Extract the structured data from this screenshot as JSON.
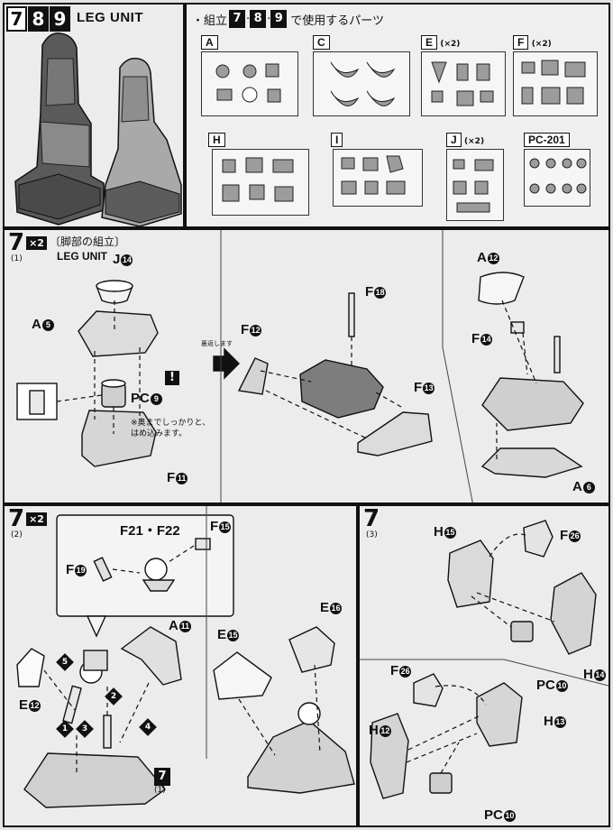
{
  "header": {
    "step_numbers": [
      "7",
      "8",
      "9"
    ],
    "title": "LEG UNIT",
    "parts_heading": "・組立",
    "parts_heading_steps": [
      "7",
      "8",
      "9"
    ],
    "parts_heading_suffix": "で使用するパーツ"
  },
  "runners": [
    {
      "label": "A",
      "count": ""
    },
    {
      "label": "C",
      "count": ""
    },
    {
      "label": "E",
      "count": "(×2)"
    },
    {
      "label": "F",
      "count": "(×2)"
    },
    {
      "label": "H",
      "count": ""
    },
    {
      "label": "I",
      "count": ""
    },
    {
      "label": "J",
      "count": "(×2)"
    },
    {
      "label": "PC-201",
      "count": ""
    }
  ],
  "step7_1": {
    "number": "7",
    "sub": "(1)",
    "multiplier": "×2",
    "title_jp": "〔脚部の組立〕",
    "title_en": "LEG UNIT",
    "parts": {
      "j14": {
        "letter": "J",
        "num": "14"
      },
      "a5": {
        "letter": "A",
        "num": "5"
      },
      "pc9": {
        "letter": "PC",
        "num": "9"
      },
      "f11": {
        "letter": "F",
        "num": "11"
      },
      "f12": {
        "letter": "F",
        "num": "12"
      },
      "f18": {
        "letter": "F",
        "num": "18"
      },
      "f13": {
        "letter": "F",
        "num": "13"
      },
      "a12": {
        "letter": "A",
        "num": "12"
      },
      "f14": {
        "letter": "F",
        "num": "14"
      },
      "a6": {
        "letter": "A",
        "num": "6"
      }
    },
    "note": "※奥までしっかりと、\nはめ込みます。",
    "arrow_note": "裏返します",
    "warning": "!"
  },
  "step7_2": {
    "number": "7",
    "sub": "(2)",
    "multiplier": "×2",
    "parts": {
      "f21f22": {
        "text": "F21・F22"
      },
      "f15": {
        "letter": "F",
        "num": "15"
      },
      "f19": {
        "letter": "F",
        "num": "19"
      },
      "a11": {
        "letter": "A",
        "num": "11"
      },
      "e12": {
        "letter": "E",
        "num": "12"
      },
      "e15": {
        "letter": "E",
        "num": "15"
      },
      "e16": {
        "letter": "E",
        "num": "16"
      }
    },
    "sequence": [
      "1",
      "2",
      "3",
      "4",
      "5"
    ],
    "ref_tag": {
      "number": "7",
      "sub": "(1)"
    }
  },
  "step7_3": {
    "number": "7",
    "sub": "(3)",
    "parts": {
      "h15": {
        "letter": "H",
        "num": "15"
      },
      "f26a": {
        "letter": "F",
        "num": "26"
      },
      "pc10a": {
        "letter": "PC",
        "num": "10"
      },
      "h14": {
        "letter": "H",
        "num": "14"
      },
      "f26b": {
        "letter": "F",
        "num": "26"
      },
      "h13": {
        "letter": "H",
        "num": "13"
      },
      "h12": {
        "letter": "H",
        "num": "12"
      },
      "pc10b": {
        "letter": "PC",
        "num": "10"
      }
    }
  }
}
